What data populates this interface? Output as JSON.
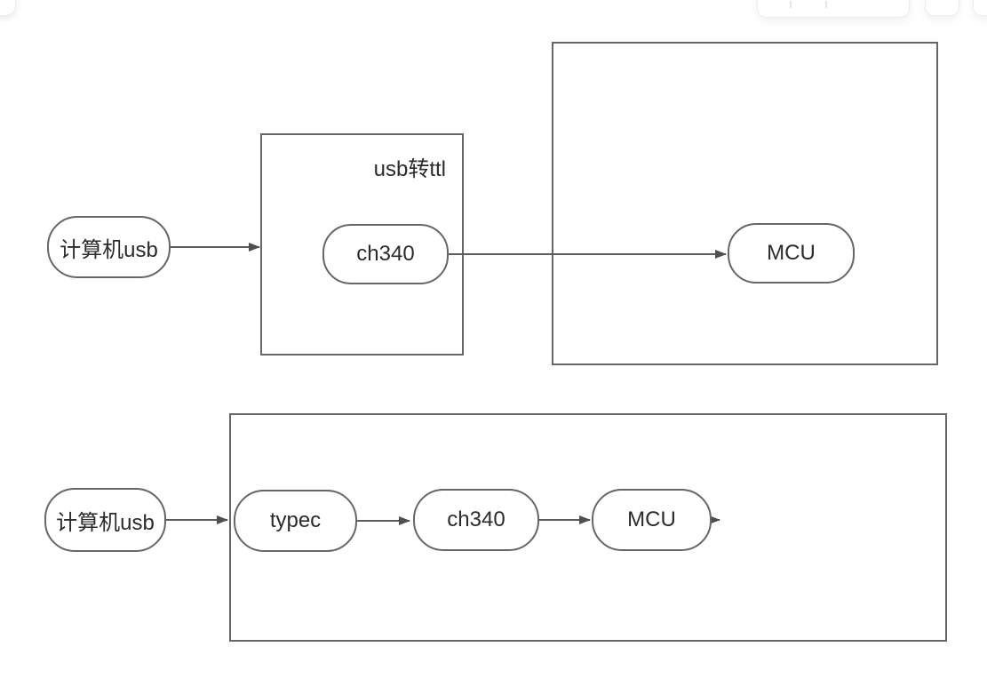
{
  "canvas": {
    "background": "#ffffff",
    "shape_stroke": "#666666",
    "edge_color": "#5c5c5c",
    "text_color": "#2b2b2b"
  },
  "top_flow": {
    "computer_usb": "计算机usb",
    "converter_box_title": "usb转ttl",
    "ch340": "ch340",
    "mcu": "MCU"
  },
  "bottom_flow": {
    "computer_usb": "计算机usb",
    "typec": "typec",
    "ch340": "ch340",
    "mcu": "MCU"
  }
}
